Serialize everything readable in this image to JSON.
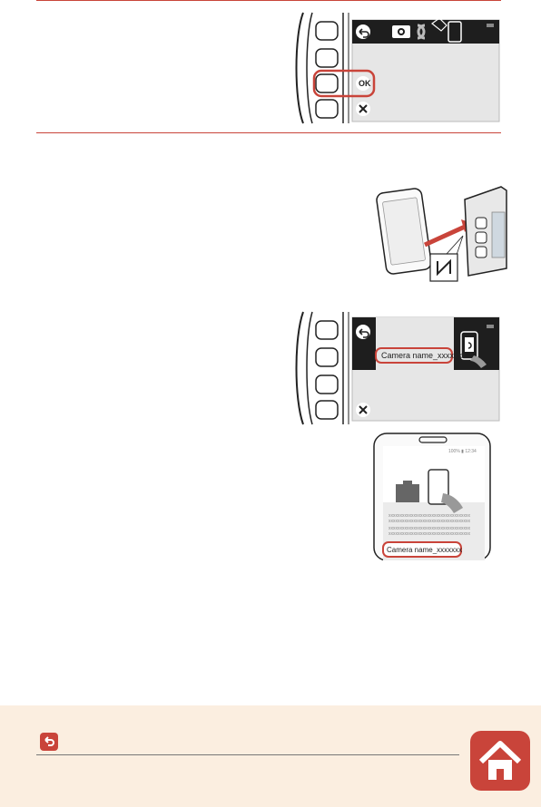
{
  "camera_screen_1": {
    "ok_label": "OK"
  },
  "camera_screen_2": {
    "camera_name": "Camera name_xxxxxxx"
  },
  "phone_screen": {
    "status": "100% ▮ 12:34",
    "body_line": "xxxxxxxxxxxxxxxxxxxxxxxxxxxxxxxxxxxx",
    "camera_name": "Camera name_xxxxxxx"
  },
  "icons": {
    "back": "back-arrow-icon",
    "camera": "camera-icon",
    "snapbridge": "snapbridge-icon",
    "nfc": "nfc-icon",
    "close": "close-icon",
    "home": "home-icon"
  },
  "colors": {
    "accent": "#c9443a",
    "footer_bg": "#fbeee0",
    "screen_bg": "#e6e6e6"
  }
}
